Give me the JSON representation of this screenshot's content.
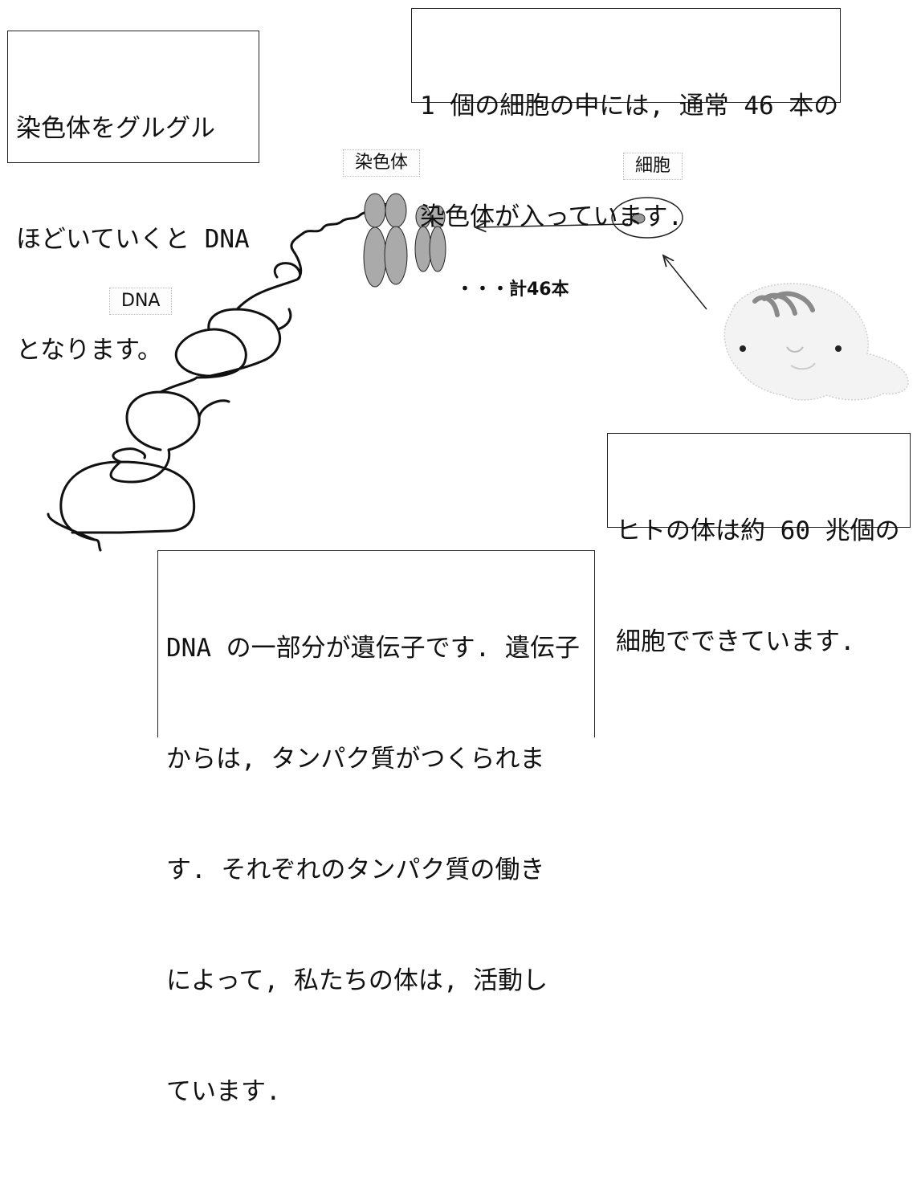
{
  "boxes": {
    "top_left": [
      "染色体をグルグル",
      "ほどいていくと DNA",
      "となります。"
    ],
    "top_center": [
      "1 個の細胞の中には, 通常 46 本の",
      "染色体が入っています."
    ],
    "right": [
      "ヒトの体は約 60 兆個の",
      "細胞でできています."
    ],
    "bottom": [
      "DNA の一部分が遺伝子です. 遺伝子",
      "からは, タンパク質がつくられま",
      "す. それぞれのタンパク質の働き",
      "によって, 私たちの体は, 活動し",
      "ています."
    ]
  },
  "labels": {
    "chromosome": "染色体",
    "cell": "細胞",
    "dna": "DNA"
  },
  "total_text": "・・・計46本",
  "colors": {
    "chromatid_fill": "#aaaaaa",
    "outline": "#222222",
    "baby_fill": "#f2f2f2",
    "hair": "#888888"
  }
}
